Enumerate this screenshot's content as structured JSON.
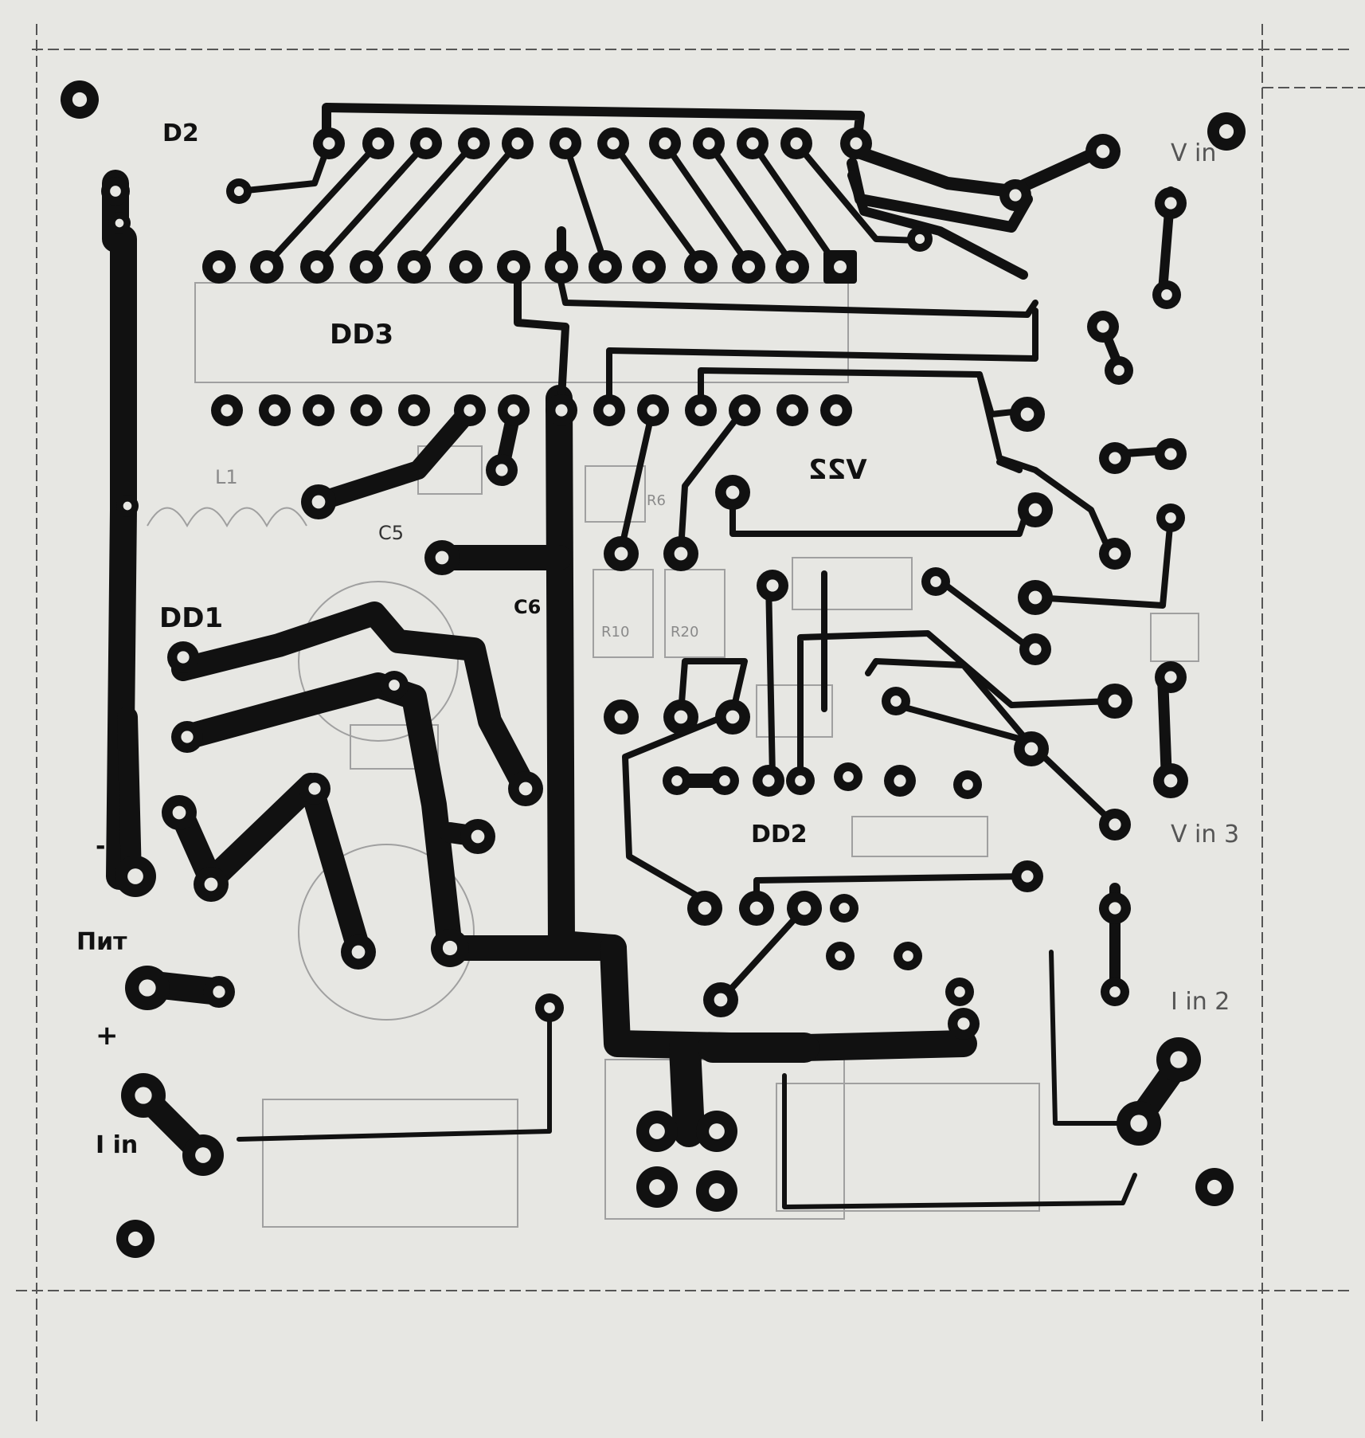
{
  "board": {
    "labels": {
      "dd3": "DD3",
      "dd1": "DD1",
      "dd2": "DD2",
      "d2": "D2",
      "c6": "C6",
      "v22": "V22",
      "pit": "Пит",
      "minus": "-",
      "plus": "+",
      "i_in": "I in",
      "v_in_top": "V in",
      "v_in_mid": "V in 3",
      "in2": "I in 2",
      "l1": "L1",
      "c5": "C5",
      "r10": "R10",
      "r20": "R20",
      "r6": "R6"
    },
    "colors": {
      "paper": "#e7e7e3",
      "trace": "#111111",
      "faint": "#9a9a9a"
    }
  }
}
